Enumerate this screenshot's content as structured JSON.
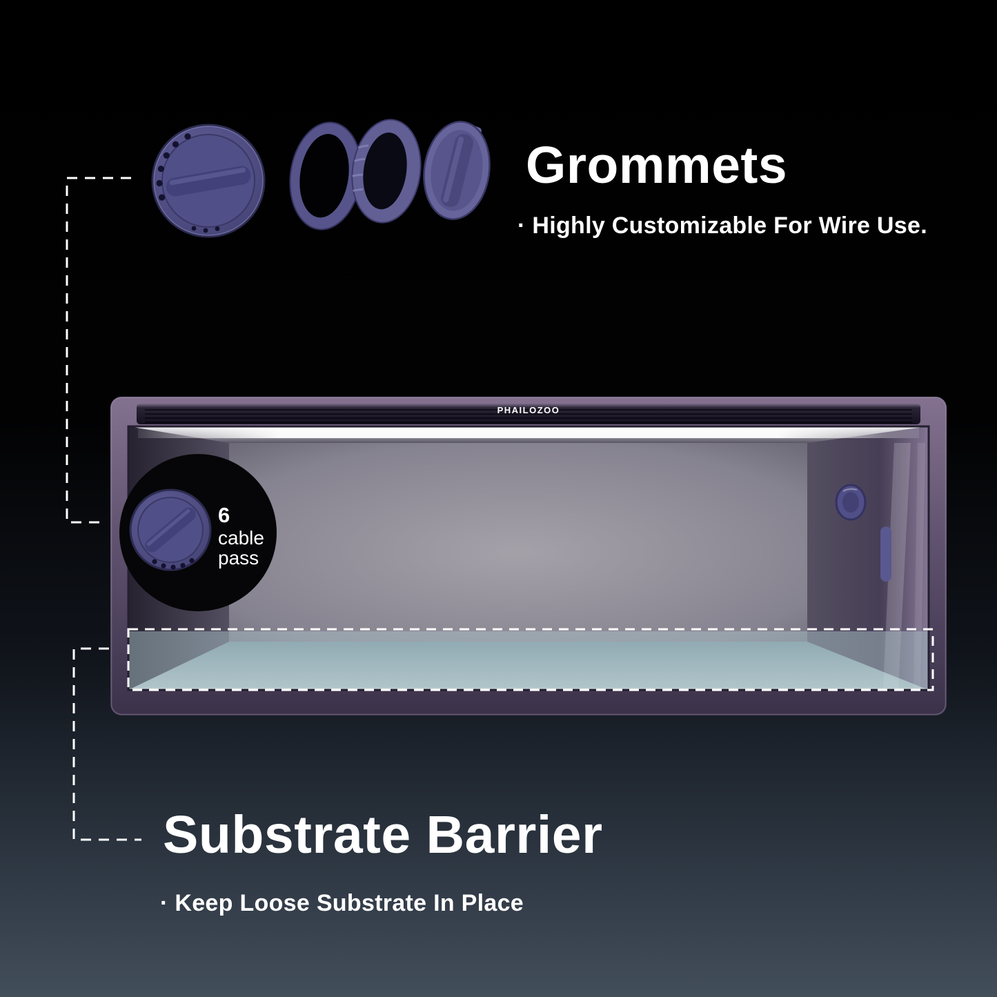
{
  "brand": {
    "logo": "PHAILOZOO"
  },
  "sections": {
    "grommets": {
      "title": "Grommets",
      "bullet": "· Highly Customizable For Wire Use."
    },
    "substrate": {
      "title": "Substrate Barrier",
      "bullet": "· Keep Loose Substrate In Place"
    }
  },
  "callout": {
    "number": "6",
    "line1": "cable",
    "line2": "pass"
  },
  "colors": {
    "grommet_purple": "#514f87",
    "frame_purple": "#5c4f6c",
    "substrate_teal": "#a8c0c6",
    "background_top": "#000000",
    "background_bottom": "#434e5b",
    "text": "#ffffff"
  }
}
